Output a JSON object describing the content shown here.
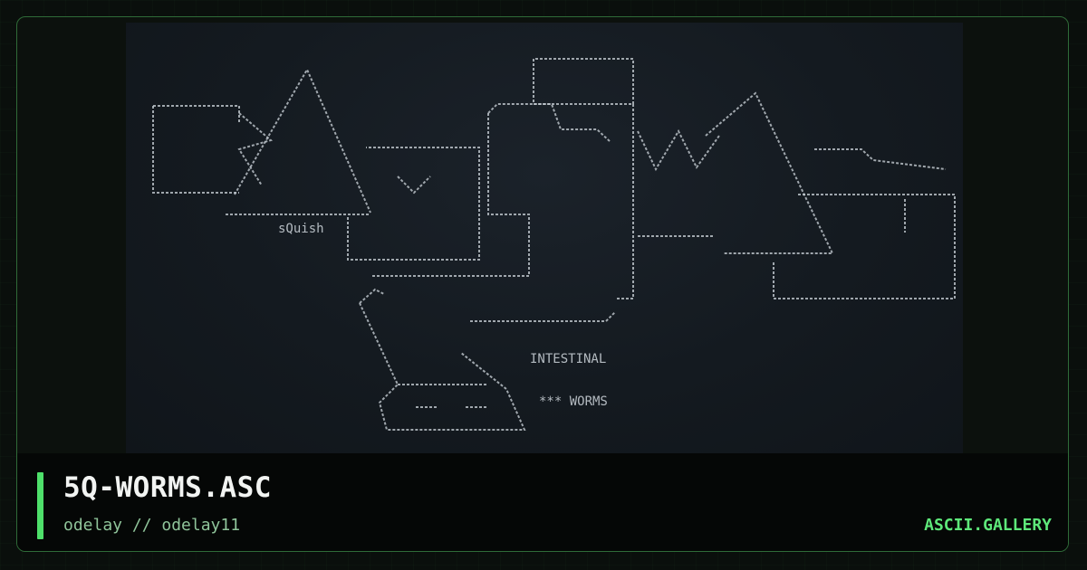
{
  "artwork": {
    "label_squish": "sQuish",
    "label_intestinal": "INTESTINAL",
    "label_worms": "*** WORMS"
  },
  "info": {
    "title": "5Q-WORMS.ASC",
    "author": "odelay // odelay11",
    "site": "ASCII.GALLERY"
  },
  "colors": {
    "accent": "#4ee06a",
    "site_text": "#5ee87a",
    "border": "#2f6b38",
    "art_background": "#141a20",
    "art_ink": "#c9d0d6"
  }
}
